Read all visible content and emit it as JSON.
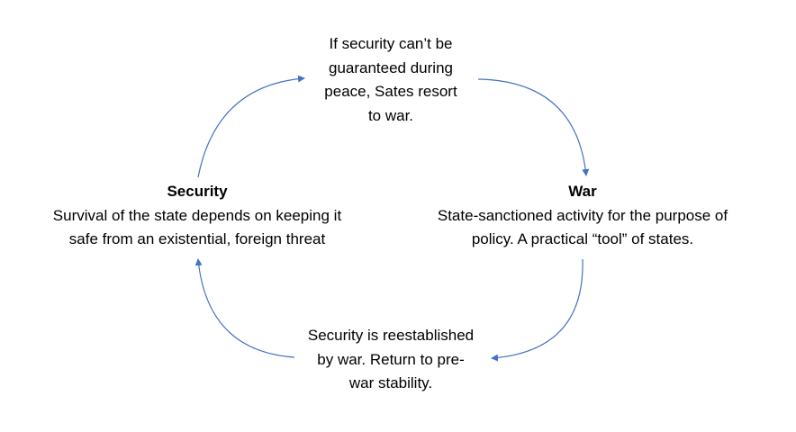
{
  "top_node": {
    "lines": [
      "If security can’t be",
      "guaranteed during",
      "peace, Sates resort",
      "to war."
    ]
  },
  "security_node": {
    "title": "Security",
    "lines": [
      "Survival of the state depends on keeping it",
      "safe from an existential, foreign threat"
    ]
  },
  "war_node": {
    "title": "War",
    "lines": [
      "State-sanctioned activity for the purpose of",
      "policy. A practical “tool” of states."
    ]
  },
  "bottom_node": {
    "lines": [
      "Security is reestablished",
      "by war. Return to pre-",
      "war stability."
    ]
  },
  "colors": {
    "arrow": "#4472C4"
  }
}
